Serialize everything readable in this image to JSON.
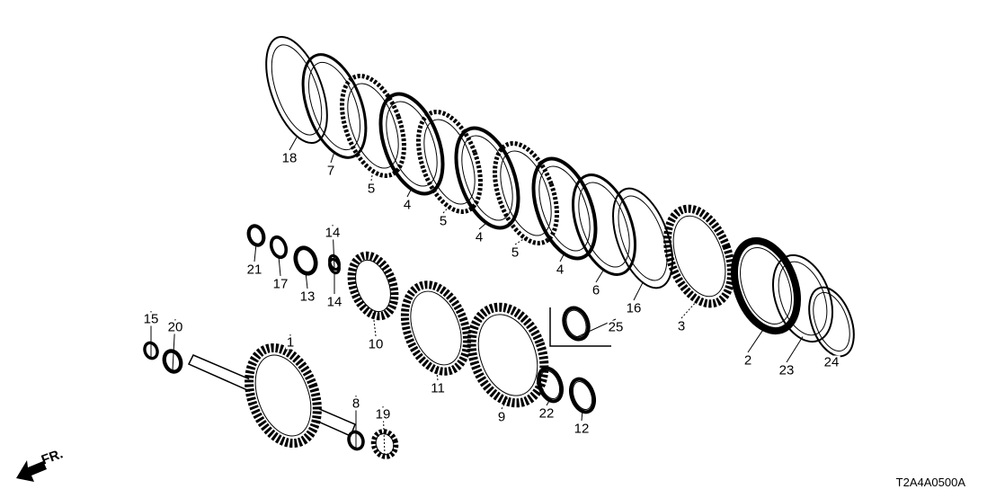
{
  "diagram_code": "T2A4A0500A",
  "front_indicator": "FR.",
  "callouts": [
    "18",
    "7",
    "5",
    "4",
    "5",
    "4",
    "5",
    "4",
    "6",
    "16",
    "3",
    "2",
    "23",
    "24",
    "25",
    "22",
    "12",
    "9",
    "11",
    "10",
    "14",
    "14",
    "13",
    "17",
    "21",
    "15",
    "20",
    "1",
    "8",
    "19"
  ]
}
